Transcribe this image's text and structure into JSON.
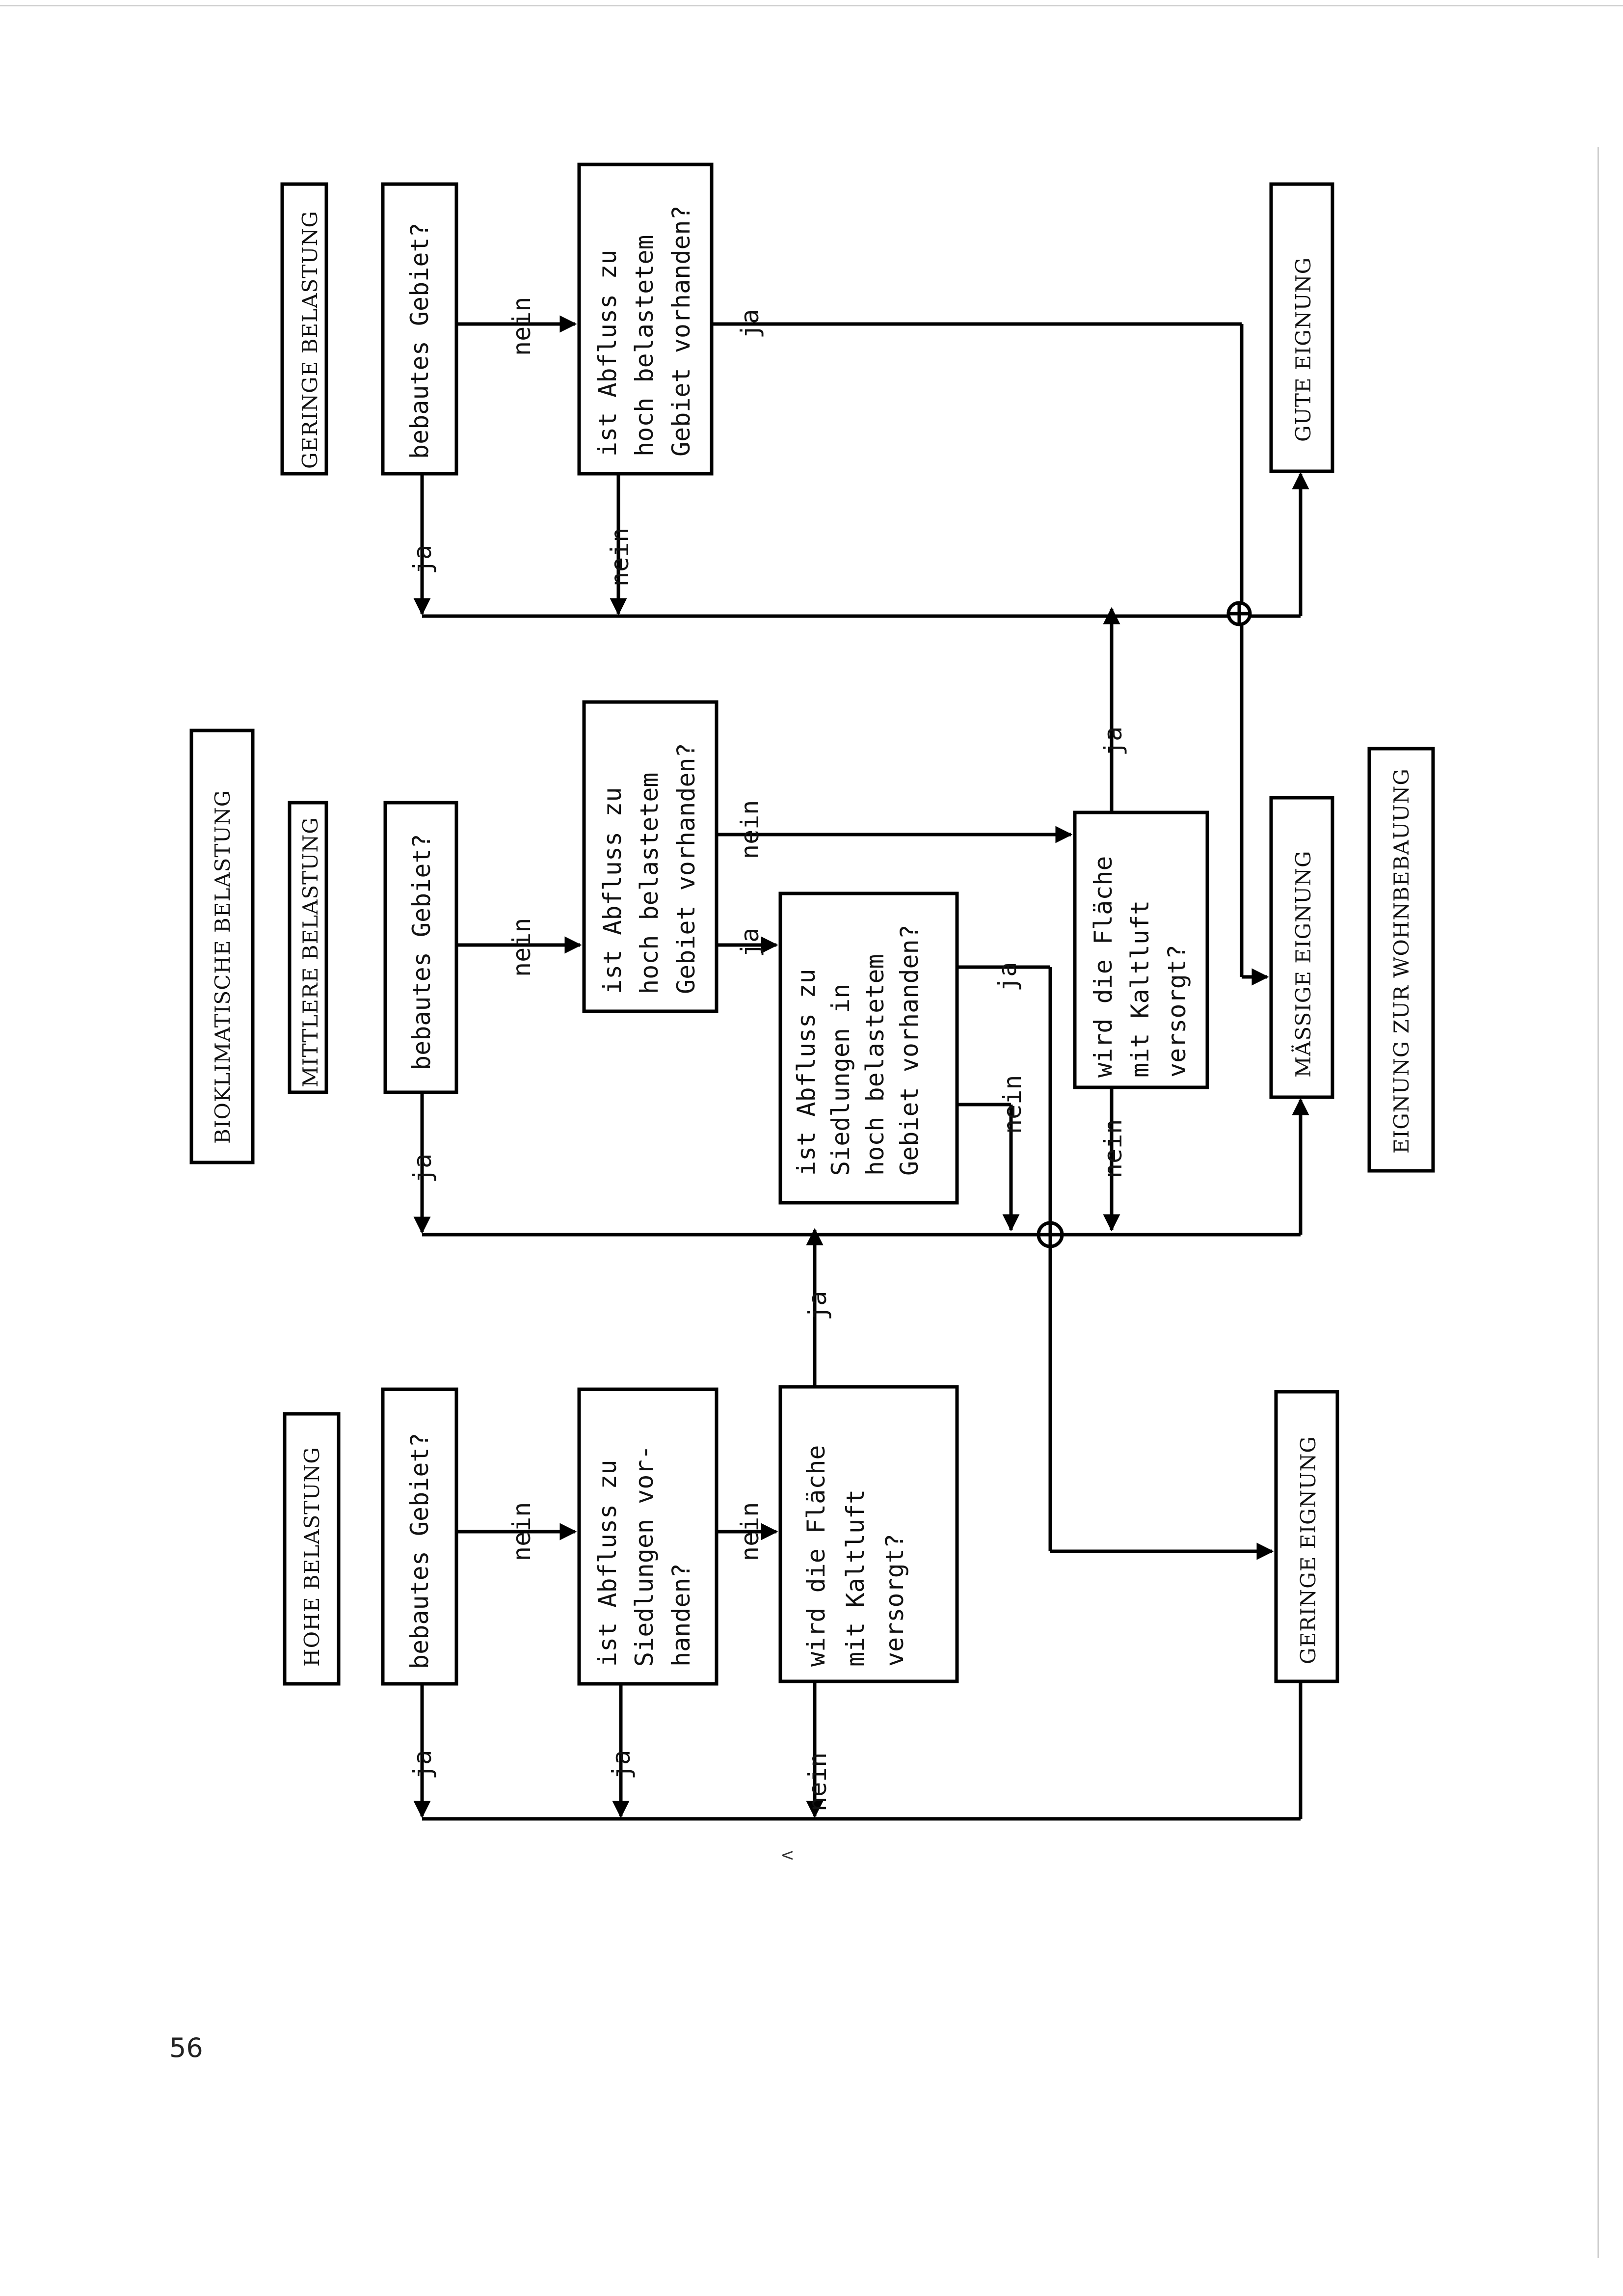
{
  "title": "BIOKLIMATISCHE BELASTUNG",
  "result_title": "EIGNUNG ZUR WOHNBEBAUUNG",
  "page_number": "56",
  "stray_mark": "<",
  "columns": {
    "hohe": {
      "header": "HOHE BELASTUNG",
      "q_built": "bebautes Gebiet?",
      "q_outflow": [
        "ist Abfluss zu",
        "Siedlungen vor-",
        "handen?"
      ],
      "q_cold_air": [
        "wird die Fläche",
        "mit Kaltluft",
        "versorgt?"
      ]
    },
    "mittlere": {
      "header": "MITTLERE BELASTUNG",
      "q_built": "bebautes Gebiet?",
      "q_outflow": [
        "ist Abfluss zu",
        "hoch belastetem",
        "Gebiet vorhanden?"
      ],
      "q_settlement_outflow": [
        "ist Abfluss zu",
        "Siedlungen in",
        "hoch belastetem",
        "Gebiet vorhanden?"
      ],
      "q_cold_air": [
        "wird die Fläche",
        "mit Kaltluft",
        "versorgt?"
      ]
    },
    "geringe": {
      "header": "GERINGE BELASTUNG",
      "q_built": "bebautes Gebiet?",
      "q_outflow": [
        "ist Abfluss zu",
        "hoch belastetem",
        "Gebiet vorhanden?"
      ]
    }
  },
  "results": {
    "geringe": "GERINGE EIGNUNG",
    "maessige": "MÄSSIGE EIGNUNG",
    "gute": "GUTE EIGNUNG"
  },
  "labels": {
    "ja": "ja",
    "nein": "nein"
  }
}
